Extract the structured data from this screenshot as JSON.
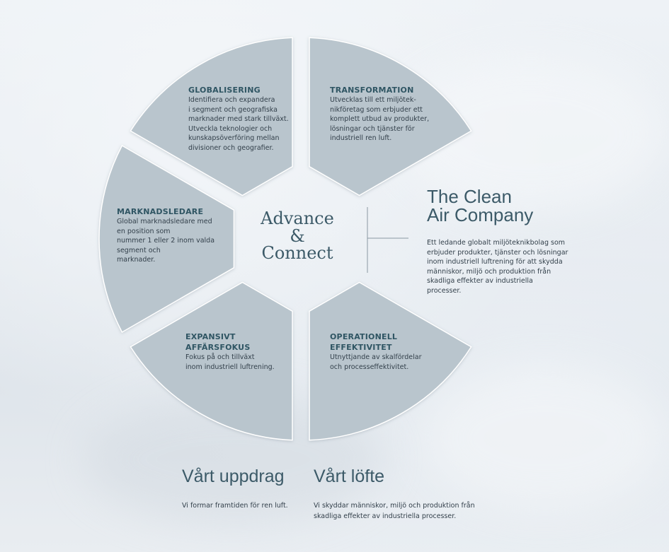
{
  "colors": {
    "segment_fill": "#b9c5cd",
    "segment_stroke": "#ffffff",
    "title_color": "#2f5563",
    "heading_color": "#3c5a68",
    "connector_line": "#8a98a2"
  },
  "diagram": {
    "center": [
      "Advance",
      "&",
      "Connect"
    ],
    "segments": [
      {
        "title": "GLOBALISERING",
        "body": "Identifiera och expandera\ni segment och geografiska\nmarknader med stark tillväxt.\nUtveckla teknologier och\nkunskapsöverföring mellan\ndivisioner och geografier."
      },
      {
        "title": "TRANSFORMATION",
        "body": "Utvecklas till ett miljötek-\nnikföretag som erbjuder ett\nkomplett utbud av produkter,\nlösningar och tjänster för\nindustriell ren luft."
      },
      {
        "title": "OPERATIONELL\nEFFEKTIVITET",
        "body": "Utnyttjande av skalfördelar\noch processeffektivitet."
      },
      {
        "title": "EXPANSIVT\nAFFÄRSFOKUS",
        "body": "Fokus på och tillväxt\n inom industriell luftrening."
      },
      {
        "title": "MARKNADSLEDARE",
        "body": "Global marknadsledare med\nen position som\nnummer 1 eller 2 inom valda\nsegment och\nmarknader."
      }
    ]
  },
  "company": {
    "title_line1": "The Clean",
    "title_line2": "Air Company",
    "body": "Ett ledande globalt miljöteknikbolag som\nerbjuder produkter, tjänster och lösningar\ninom industriell luftrening för att skydda\nmänniskor, miljö och produktion från\nskadliga effekter av industriella processer."
  },
  "mission": {
    "heading": "Vårt uppdrag",
    "body": "Vi formar framtiden för ren luft."
  },
  "promise": {
    "heading": "Vårt löfte",
    "body": "Vi skyddar människor, miljö och produktion från\nskadliga effekter av industriella processer."
  }
}
